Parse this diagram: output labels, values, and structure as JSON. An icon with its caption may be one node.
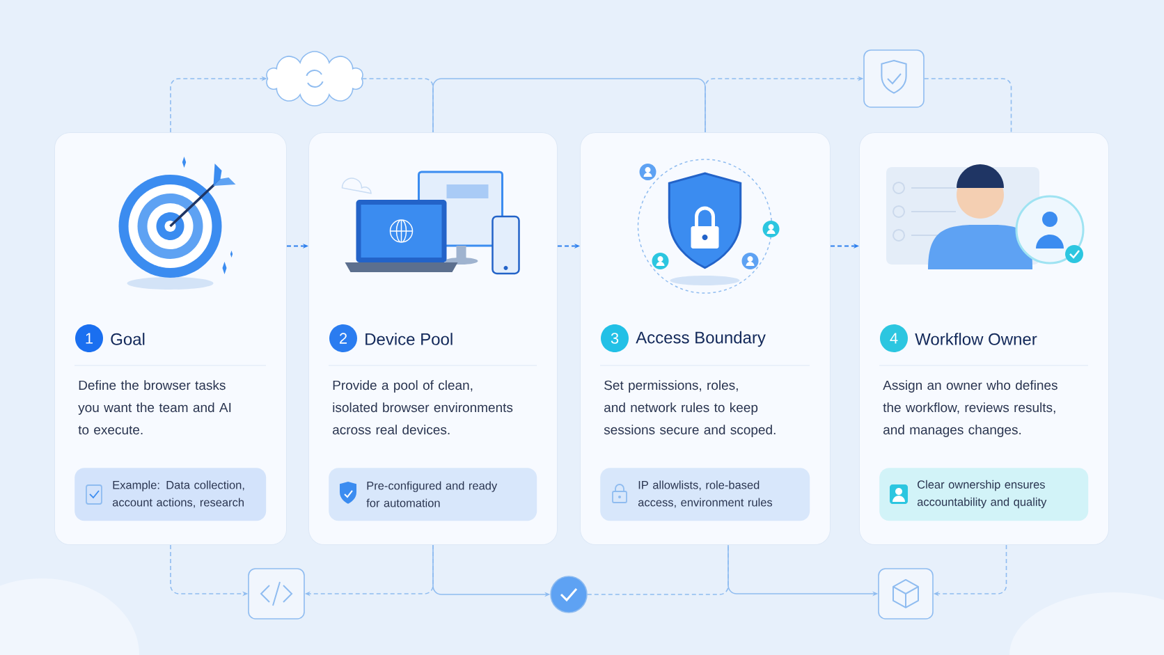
{
  "diagram": {
    "nodes": [
      {
        "text": [],
        "shape": "cloud"
      },
      {
        "text": [],
        "shape": "box"
      },
      {
        "text": [
          "Goal",
          "Define the browser tasks you want the team and AI to execute."
        ]
      },
      {
        "text": [
          "1"
        ],
        "in": 2
      },
      {
        "text": [
          "Example: Data collection, account actions, research"
        ],
        "in": 2
      },
      {
        "text": [
          "Device Pool",
          "Provide a pool of clean, isolated browser environments across real devices."
        ]
      },
      {
        "text": [
          "2"
        ],
        "in": 5
      },
      {
        "text": [
          "Pre-configured and ready for automation"
        ],
        "in": 5
      },
      {
        "text": [
          "Access Boundary",
          "Set permissions, roles, and network rules to keep sessions secure and scoped."
        ]
      },
      {
        "text": [
          "3"
        ],
        "in": 8
      },
      {
        "text": [
          "IP allowlists, role-based access, environment rules"
        ],
        "in": 8
      },
      {
        "text": [
          "Workflow Owner",
          "Assign an owner who defines the workflow, reviews results, and manages changes."
        ]
      },
      {
        "text": [
          "4"
        ],
        "in": 11
      },
      {
        "text": [
          "Clear ownership ensures accountability and quality"
        ],
        "in": 11
      },
      {
        "text": [],
        "shape": "box"
      },
      {
        "text": [],
        "shape": "circle"
      },
      {
        "text": [],
        "shape": "box"
      }
    ],
    "edges": [
      {
        "from": 2,
        "to": 0,
        "arrow": "to",
        "style": "dashed"
      },
      {
        "from": 0,
        "to": 5,
        "arrow": "none",
        "style": "dashed"
      },
      {
        "from": 5,
        "to": 8,
        "arrow": "none"
      },
      {
        "from": 8,
        "to": 1,
        "arrow": "to",
        "style": "dashed"
      },
      {
        "from": 1,
        "to": 11,
        "arrow": "none",
        "style": "dashed"
      },
      {
        "from": 2,
        "to": 5,
        "arrow": "to",
        "style": "dashed",
        "color": "#2f80ed"
      },
      {
        "from": 5,
        "to": 8,
        "arrow": "to",
        "style": "dashed",
        "color": "#2f80ed"
      },
      {
        "from": 8,
        "to": 11,
        "arrow": "to",
        "style": "dashed",
        "color": "#2f80ed"
      },
      {
        "from": 2,
        "to": 14,
        "arrow": "to",
        "style": "dashed"
      },
      {
        "from": 5,
        "to": 14,
        "arrow": "to",
        "style": "dashed"
      },
      {
        "from": 5,
        "to": 15,
        "arrow": "to"
      },
      {
        "from": 15,
        "to": 8,
        "arrow": "none",
        "style": "dashed"
      },
      {
        "from": 8,
        "to": 16,
        "arrow": "to"
      },
      {
        "from": 11,
        "to": 16,
        "arrow": "to",
        "style": "dashed"
      }
    ]
  }
}
